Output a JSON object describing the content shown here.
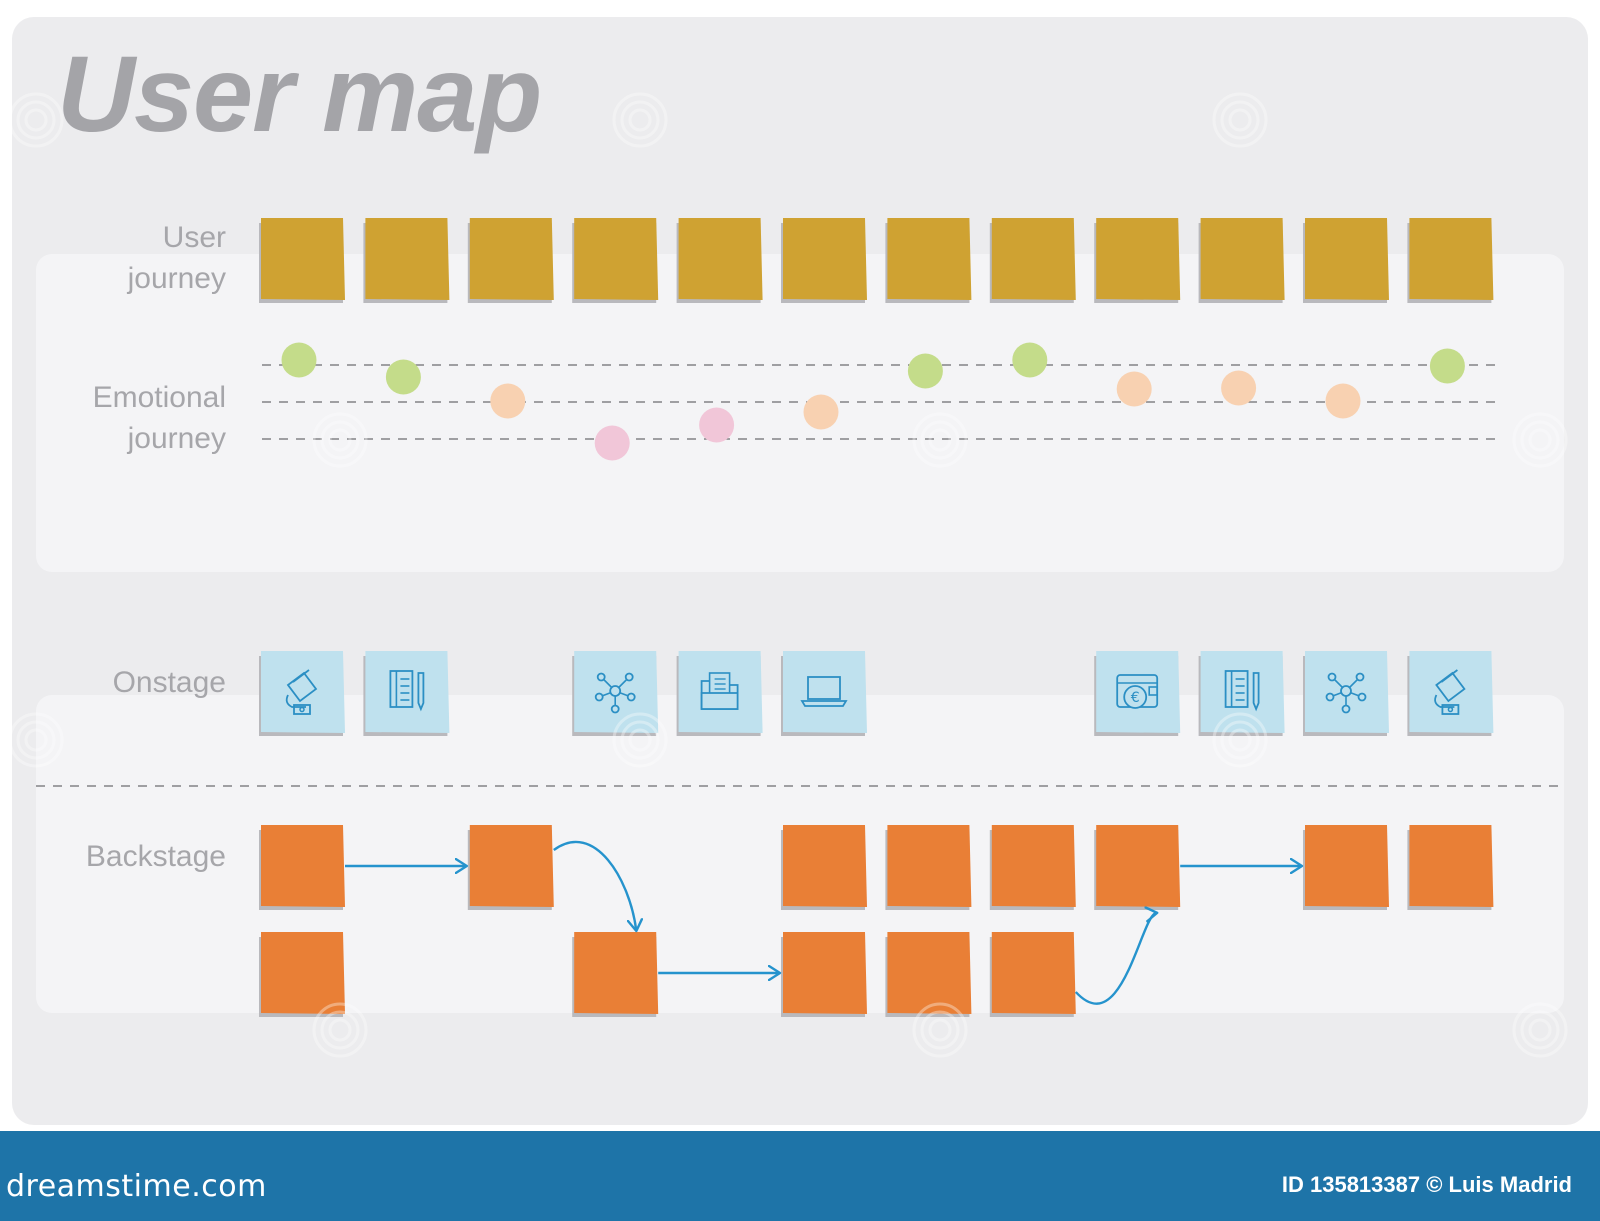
{
  "title": "User map",
  "labels": {
    "user_journey": "User\njourney",
    "emotional_journey": "Emotional\njourney",
    "onstage": "Onstage",
    "backstage": "Backstage"
  },
  "colors": {
    "journey_note": "#cfa232",
    "onstage_note": "#bfe1ee",
    "backstage_note": "#e97f36",
    "icon_stroke": "#2b8fc4",
    "arrow": "#2593cd",
    "emotion_positive": "#c4dc8a",
    "emotion_neutral": "#f8d1b1",
    "emotion_negative": "#f1c6d8"
  },
  "user_journey": {
    "note_count": 12
  },
  "emotional_journey": {
    "levels": [
      "high",
      "middle",
      "low"
    ],
    "points": [
      {
        "step": 1,
        "mood": "positive"
      },
      {
        "step": 2,
        "mood": "positive"
      },
      {
        "step": 3,
        "mood": "neutral"
      },
      {
        "step": 4,
        "mood": "negative"
      },
      {
        "step": 5,
        "mood": "negative"
      },
      {
        "step": 6,
        "mood": "neutral"
      },
      {
        "step": 7,
        "mood": "positive"
      },
      {
        "step": 8,
        "mood": "positive"
      },
      {
        "step": 9,
        "mood": "neutral"
      },
      {
        "step": 10,
        "mood": "neutral"
      },
      {
        "step": 11,
        "mood": "neutral"
      },
      {
        "step": 12,
        "mood": "positive"
      }
    ]
  },
  "onstage": {
    "notes": [
      {
        "step": 1,
        "icon": "hand-cards-icon"
      },
      {
        "step": 2,
        "icon": "notebook-pencil-icon"
      },
      {
        "step": 4,
        "icon": "network-icon"
      },
      {
        "step": 5,
        "icon": "folder-icon"
      },
      {
        "step": 6,
        "icon": "laptop-icon"
      },
      {
        "step": 9,
        "icon": "euro-wallet-icon"
      },
      {
        "step": 10,
        "icon": "notebook-pencil-icon"
      },
      {
        "step": 11,
        "icon": "network-icon"
      },
      {
        "step": 12,
        "icon": "hand-cards-icon"
      }
    ]
  },
  "backstage": {
    "notes": [
      {
        "step": 1,
        "row": 1
      },
      {
        "step": 3,
        "row": 1
      },
      {
        "step": 6,
        "row": 1
      },
      {
        "step": 7,
        "row": 1
      },
      {
        "step": 8,
        "row": 1
      },
      {
        "step": 9,
        "row": 1
      },
      {
        "step": 11,
        "row": 1
      },
      {
        "step": 12,
        "row": 1
      },
      {
        "step": 1,
        "row": 2
      },
      {
        "step": 4,
        "row": 2
      },
      {
        "step": 6,
        "row": 2
      },
      {
        "step": 7,
        "row": 2
      },
      {
        "step": 8,
        "row": 2
      }
    ],
    "connections": [
      {
        "from": {
          "step": 1,
          "row": 1
        },
        "to": {
          "step": 3,
          "row": 1
        },
        "kind": "straight"
      },
      {
        "from": {
          "step": 3,
          "row": 1
        },
        "to": {
          "step": 4,
          "row": 2
        },
        "kind": "curve-down"
      },
      {
        "from": {
          "step": 4,
          "row": 2
        },
        "to": {
          "step": 6,
          "row": 2
        },
        "kind": "straight"
      },
      {
        "from": {
          "step": 8,
          "row": 2
        },
        "to": {
          "step": 9,
          "row": 1
        },
        "kind": "curve-up"
      },
      {
        "from": {
          "step": 9,
          "row": 1
        },
        "to": {
          "step": 11,
          "row": 1
        },
        "kind": "straight"
      }
    ]
  },
  "footer": {
    "brand": "dreamstime.com",
    "credit": "ID 135813387 © Luis Madrid"
  }
}
